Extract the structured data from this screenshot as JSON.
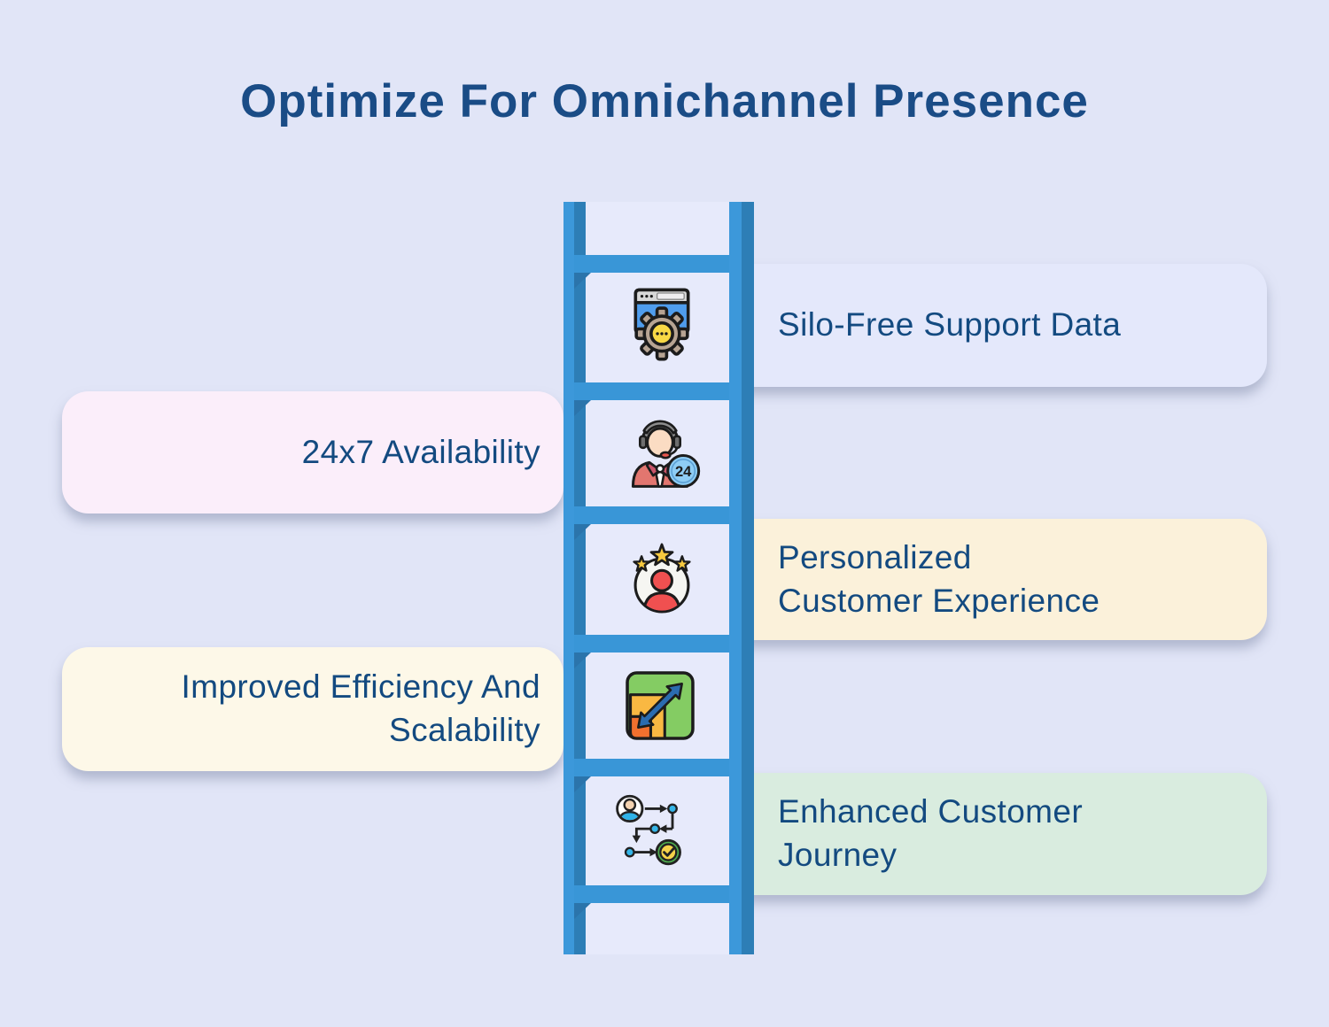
{
  "title": "Optimize For Omnichannel Presence",
  "steps": [
    {
      "label": "Silo-Free Support Data",
      "side": "right",
      "icon": "browser-gear-icon",
      "bg": "#e4e8fb"
    },
    {
      "label": "24x7 Availability",
      "side": "left",
      "icon": "support-agent-icon",
      "bg": "#fbeefa",
      "badge": "24"
    },
    {
      "label": "Personalized Customer Experience",
      "side": "right",
      "icon": "customer-rating-icon",
      "bg": "#fbf1da"
    },
    {
      "label": "Improved Efficiency And Scalability",
      "side": "left",
      "icon": "scalability-icon",
      "bg": "#fdf8e8"
    },
    {
      "label": "Enhanced Customer Journey",
      "side": "right",
      "icon": "customer-journey-icon",
      "bg": "#d9ecdf"
    }
  ],
  "colors": {
    "background": "#e1e5f7",
    "title_text": "#1a4c86",
    "card_text": "#134a80",
    "ladder_rail": "#3b97d9",
    "ladder_rail_shade": "#2d7eb6"
  }
}
